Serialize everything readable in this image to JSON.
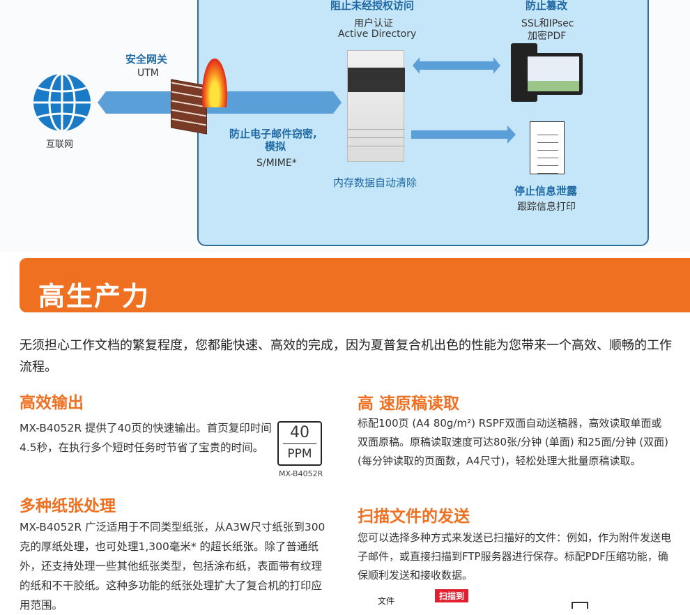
{
  "diagram": {
    "internet": "互联网",
    "gateway_title": "安全网关",
    "gateway_sub": "UTM",
    "unauth_title": "阻止未经授权访问",
    "unauth_sub1": "用户认证",
    "unauth_sub2": "Active Directory",
    "tamper_title": "防止篡改",
    "tamper_sub1": "SSL和IPsec",
    "tamper_sub2": "加密PDF",
    "email_title1": "防止电子邮件窃密,",
    "email_title2": "模拟",
    "email_sub": "S/MIME*",
    "memory": "内存数据自动清除",
    "leak_title": "停止信息泄露",
    "leak_sub": "跟踪信息打印"
  },
  "banner": {
    "title": "高生产力"
  },
  "intro": "无须担心工作文档的繁复程度，您都能快速、高效的完成，因为夏普复合机出色的性能为您带来一个高效、顺畅的工作流程。",
  "sections": {
    "output": {
      "title": "高效输出",
      "text": "MX-B4052R 提供了40页的快速输出。首页复印时间4.5秒，在执行多个短时任务时节省了宝贵的时间。",
      "ppm_num": "40",
      "ppm_unit": "PPM",
      "ppm_model": "MX-B4052R"
    },
    "paper": {
      "title": "多种纸张处理",
      "text": "MX-B4052R 广泛适用于不同类型纸张，从A3W尺寸纸张到300克的厚纸处理，也可处理1,300毫米* 的超长纸张。除了普通纸外，还支持处理一些其他纸张类型，包括涂布纸，表面带有纹理的纸和不干胶纸。这种多功能的纸张处理扩大了复合机的打印应用范围。"
    },
    "scan": {
      "title": "高 速原稿读取",
      "text": "标配100页 (A4 80g/m²) RSPF双面自动送稿器，高效读取单面或双面原稿。原稿读取速度可达80张/分钟 (单面) 和25面/分钟 (双面) (每分钟读取的页面数，A4尺寸)，轻松处理大批量原稿读取。"
    },
    "send": {
      "title": "扫描文件的发送",
      "text": "您可以选择多种方式来发送已扫描好的文件：例如，作为附件发送电子邮件，或直接扫描到FTP服务器进行保存。标配PDF压缩功能，确保顺利发送和接收数据。",
      "fig_file": "文件",
      "fig_badge": "扫描到"
    }
  }
}
